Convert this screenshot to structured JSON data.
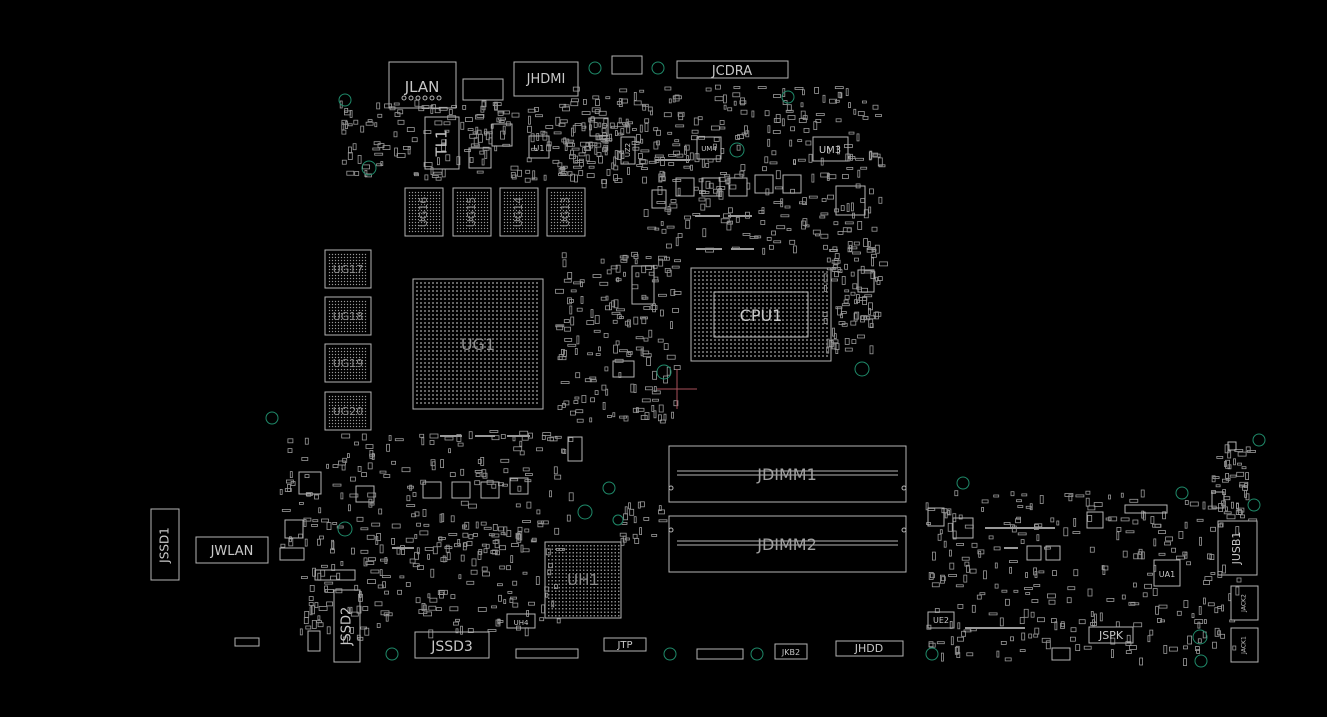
{
  "theme": {
    "background": "#000000",
    "outline": "#b4b4b4",
    "label": "#c8c8c8",
    "pad": "#9a9a9a",
    "via": "#1f8a6a",
    "cursor": "#a8505a"
  },
  "labels": {
    "jlan": "JLAN",
    "jhdmi": "JHDMI",
    "jcdra": "JCDRA",
    "tl1": "TL1",
    "ug16": "UG16",
    "ug15": "UG15",
    "ug14": "UG14",
    "ug13": "UG13",
    "ug17": "UG17",
    "ug18": "UG18",
    "ug19": "UG19",
    "ug20": "UG20",
    "ug1": "UG1",
    "cpu1": "CPU1",
    "um3": "UM3",
    "um4": "UM4",
    "u1": "U1",
    "uz2": "UZ2",
    "jdimm1": "JDIMM1",
    "jdimm2": "JDIMM2",
    "uh1": "UH1",
    "uh4": "UH4",
    "jssd1": "JSSD1",
    "jssd2": "JSSD2",
    "jssd3": "JSSD3",
    "jwlan": "JWLAN",
    "jtp": "JTP",
    "jkb2": "JKB2",
    "jhdd": "JHDD",
    "ue2": "UE2",
    "jspk": "JSPK",
    "ua1": "UA1",
    "jusb1": "JUSB1",
    "jack1": "JACK1",
    "jack2": "JACK2"
  }
}
